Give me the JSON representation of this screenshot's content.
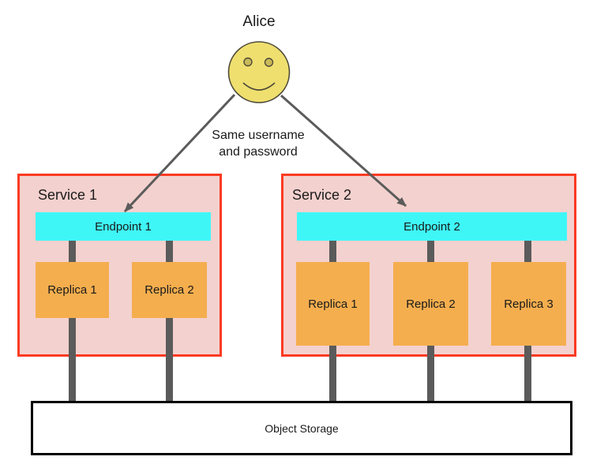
{
  "actor": {
    "name": "Alice",
    "note": "Same username\nand password"
  },
  "services": [
    {
      "label": "Service 1",
      "endpoint": "Endpoint 1",
      "replicas": [
        "Replica 1",
        "Replica 2"
      ]
    },
    {
      "label": "Service 2",
      "endpoint": "Endpoint 2",
      "replicas": [
        "Replica 1",
        "Replica 2",
        "Replica 3"
      ]
    }
  ],
  "storage": {
    "label": "Object Storage"
  },
  "colors": {
    "service_fill": "#F3D1CE",
    "service_border": "#FB3A23",
    "endpoint_fill": "#3FF6F7",
    "replica_fill": "#F5AE4E",
    "face_fill": "#EFDF6F",
    "face_stroke": "#4D4A38",
    "eye_fill": "#C9B959",
    "connector": "#5B5B5B",
    "storage_border": "#000000",
    "storage_fill": "#FFFFFF",
    "text": "#1A1A1A"
  }
}
